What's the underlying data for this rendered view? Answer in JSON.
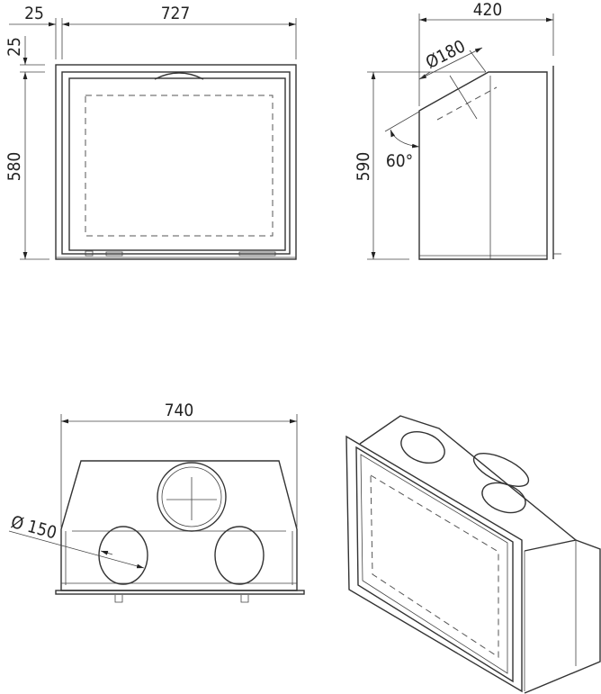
{
  "front_view": {
    "width_frame": "25",
    "width_total": "727",
    "height_frame": "25",
    "height_total": "580"
  },
  "side_view": {
    "depth": "420",
    "height": "590",
    "flue_diameter": "Ø180",
    "angle": "60°"
  },
  "top_view": {
    "width": "740",
    "vent_diameter": "Ø 150"
  },
  "colors": {
    "line": "#333333",
    "background": "#ffffff"
  }
}
